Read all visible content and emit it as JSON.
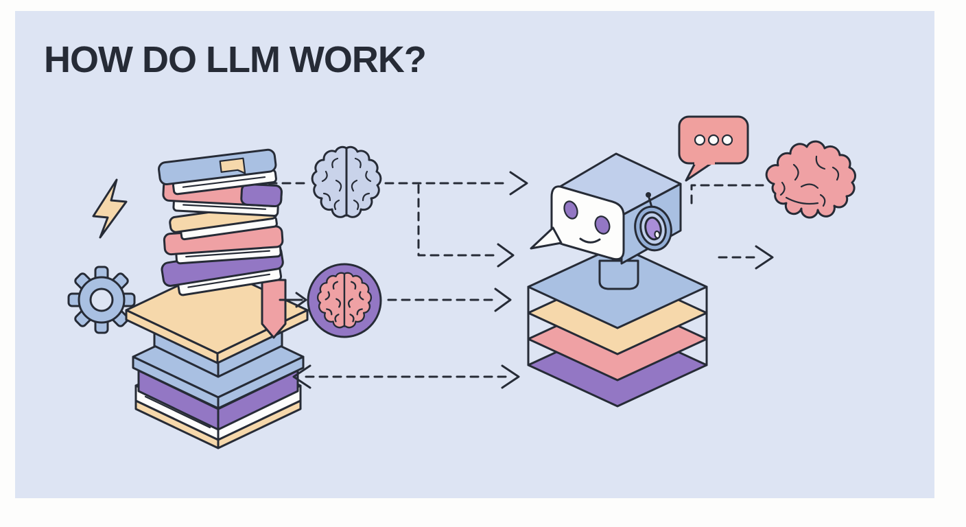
{
  "title": "HOW DO LLM WORK?",
  "colors": {
    "frame": "#ffffff",
    "panel": "#dde4f3",
    "ink": "#262b36",
    "blue": "#a9c0e2",
    "blue_light": "#c0cfeb",
    "blue_dark": "#93aed6",
    "brain_blue": "#c9d3ea",
    "peach": "#f6d8ab",
    "pink": "#efa1a4",
    "salmon": "#f0a09e",
    "purple": "#9377c4",
    "purple_light": "#a98ed8",
    "white": "#fdfdfc"
  },
  "scene": {
    "icons": [
      {
        "name": "lightning-icon",
        "color": "peach"
      },
      {
        "name": "gear-icon",
        "color": "blue"
      },
      {
        "name": "book-stack-icon",
        "top_books": [
          "blue",
          "pink",
          "cream",
          "pink",
          "purple"
        ],
        "base_stack": [
          "tan-board",
          "blue-book",
          "blue-board",
          "purple-book",
          "cream-book"
        ],
        "ribbon": "pink",
        "top_book_emblem": "bookmark"
      },
      {
        "name": "brain-top-icon",
        "color": "blue-grey"
      },
      {
        "name": "brain-circle-icon",
        "circle": "purple",
        "brain": "pink"
      },
      {
        "name": "robot-head-icon",
        "head": "blue",
        "face": "white",
        "eyes": "purple",
        "ear": "purple"
      },
      {
        "name": "layer-stack-icon",
        "layers": [
          "blue",
          "cream",
          "pink",
          "purple"
        ]
      },
      {
        "name": "speech-bubble-icon",
        "color": "salmon",
        "dots": 3
      },
      {
        "name": "brain-side-icon",
        "color": "pink"
      }
    ],
    "connectors": [
      {
        "name": "books-to-brain-top",
        "style": "dashed",
        "arrow": "none"
      },
      {
        "name": "brain-top-to-robot",
        "style": "dashed",
        "arrow": "end"
      },
      {
        "name": "brain-branch-to-layers",
        "style": "dashed",
        "arrow": "end"
      },
      {
        "name": "books-to-brain-circle",
        "style": "solid",
        "arrow": "end"
      },
      {
        "name": "brain-circle-to-layers",
        "style": "dashed",
        "arrow": "end"
      },
      {
        "name": "books-to-layers",
        "style": "dashed",
        "arrow": "both"
      },
      {
        "name": "robot-to-brain-side",
        "style": "dashed",
        "arrow": "none"
      },
      {
        "name": "layers-output",
        "style": "dashed",
        "arrow": "end"
      }
    ]
  }
}
